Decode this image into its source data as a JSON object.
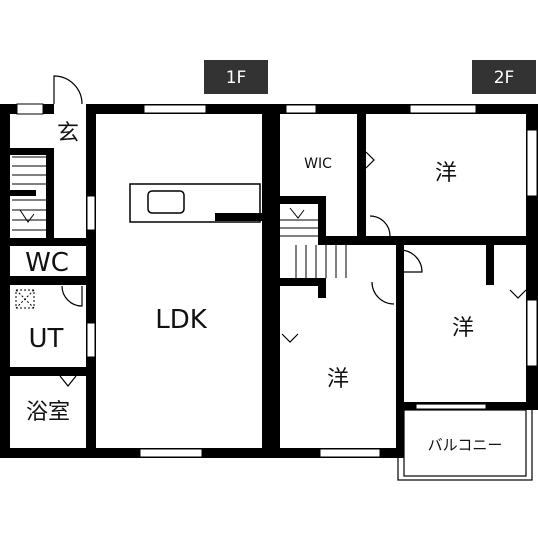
{
  "colors": {
    "wall": "#000000",
    "badge": "#333333",
    "background": "#ffffff"
  },
  "floors": [
    {
      "badge": "1F"
    },
    {
      "badge": "2F"
    }
  ],
  "rooms_1f": {
    "genkan": "玄",
    "wc": "WC",
    "ut": "UT",
    "bath": "浴室",
    "ldk": "LDK"
  },
  "rooms_2f": {
    "wic": "WIC",
    "western_top": "洋",
    "western_right": "洋",
    "western_left": "洋",
    "balcony": "バルコニー"
  }
}
